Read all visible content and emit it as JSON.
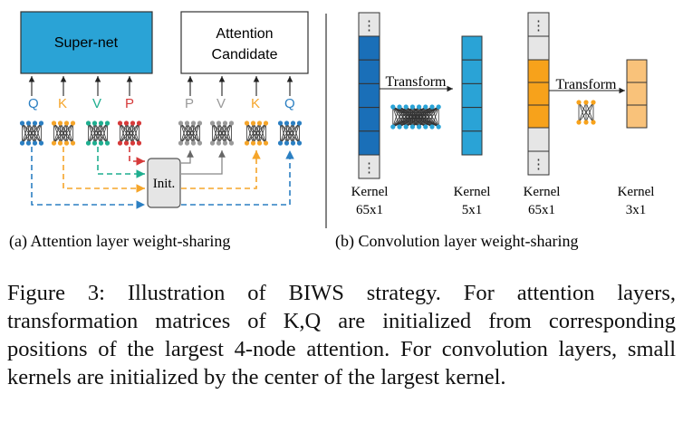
{
  "panel_a": {
    "supernet_label": "Super-net",
    "candidate_label_line1": "Attention",
    "candidate_label_line2": "Candidate",
    "supernet_outputs": [
      "Q",
      "K",
      "V",
      "P"
    ],
    "candidate_inputs": [
      "P",
      "V",
      "K",
      "Q"
    ],
    "init_label": "Init.",
    "caption": "(a) Attention layer  weight-sharing"
  },
  "panel_b": {
    "transform_label": "Transform",
    "large_kernel_label_line1": "Kernel",
    "large_kernel_label_line2": "65x1",
    "small_kernel_blue_line1": "Kernel",
    "small_kernel_blue_line2": "5x1",
    "small_kernel_orange_line1": "Kernel",
    "small_kernel_orange_line2": "3x1",
    "ellipsis": "⋮",
    "caption": "(b) Convolution layer  weight-sharing"
  },
  "figure_caption": {
    "prefix": "Figure 3: ",
    "text": "Illustration of BIWS strategy. For attention layers, transformation matrices of K,Q are initialized from corresponding positions of the largest 4-node attention. For convolution layers, small kernels are initialized by the center of the largest kernel."
  },
  "colors": {
    "supernet_fill": "#2aa3d6",
    "q_blue": "#2b7fc2",
    "k_orange": "#f5a52a",
    "v_teal": "#1fae8f",
    "p_red": "#d63a3a",
    "gray": "#9a9a9a",
    "conv_blue": "#1a6fb8",
    "conv_light_blue": "#2aa3d6",
    "conv_orange": "#f7a21b",
    "conv_light_orange": "#f9c27a"
  }
}
